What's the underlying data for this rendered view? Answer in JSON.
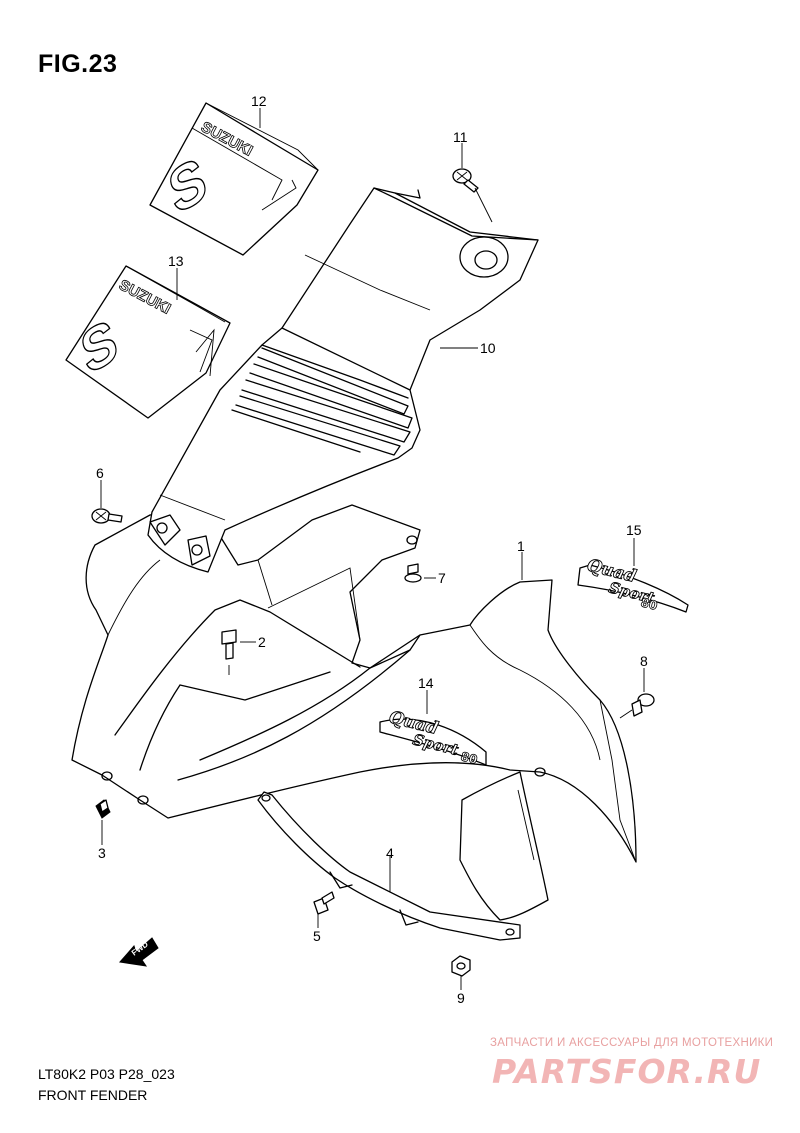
{
  "figure": {
    "title": "FIG.23"
  },
  "callouts": [
    "1",
    "2",
    "3",
    "4",
    "5",
    "6",
    "7",
    "8",
    "9",
    "10",
    "11",
    "12",
    "13",
    "14",
    "15"
  ],
  "decals": {
    "brand": "SUZUKI",
    "brand_letter": "S",
    "quad_word": "Quad",
    "sport_word": "Sport",
    "model_num": "80"
  },
  "direction_label": "FWD",
  "footer": {
    "code": "LT80K2 P03 P28_023",
    "name": "FRONT FENDER"
  },
  "watermark": {
    "caption": "ЗАПЧАСТИ И АКСЕССУАРЫ ДЛЯ МОТОТЕХНИКИ",
    "logo": "PARTSFOR.RU"
  }
}
